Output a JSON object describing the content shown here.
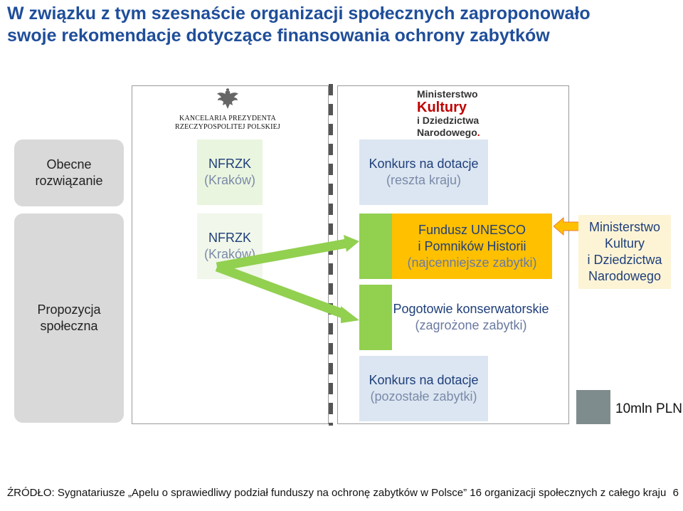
{
  "title": {
    "line1": "W związku z tym szesnaście organizacji społecznych zaproponowało",
    "line2": "swoje rekomendacje dotyczące finansowania ochrony zabytków"
  },
  "logos": {
    "kpp": {
      "line1": "KANCELARIA PREZYDENTA",
      "line2": "RZECZYPOSPOLITEJ POLSKIEJ"
    },
    "ministry": {
      "line1": "Ministerstwo",
      "line2": "Kultury",
      "line3": "i Dziedzictwa",
      "line4": "Narodowego",
      "dot": "."
    }
  },
  "rows": {
    "current": {
      "line1": "Obecne",
      "line2": "rozwiązanie"
    },
    "proposal": {
      "line1": "Propozycja",
      "line2": "społeczna"
    }
  },
  "current_boxes": {
    "nfrzk": {
      "line1": "NFRZK",
      "line2": "(Kraków)"
    },
    "konkurs": {
      "line1": "Konkurs na dotacje",
      "line2": "(reszta kraju)"
    }
  },
  "proposal_boxes": {
    "nfrzk": {
      "line1": "NFRZK",
      "line2": "(Kraków)"
    },
    "unesco": {
      "line1": "Fundusz UNESCO",
      "line2": "i Pomników Historii",
      "line3": "(najcenniejsze zabytki)"
    },
    "ministry": {
      "line1": "Ministerstwo",
      "line2": "Kultury",
      "line3": "i Dziedzictwa",
      "line4": "Narodowego"
    },
    "pogotowie": {
      "line1": "Pogotowie konserwatorskie",
      "line2": "(zagrożone zabytki)"
    },
    "konkurs": {
      "line1": "Konkurs na dotacje",
      "line2": "(pozostałe zabytki)"
    }
  },
  "legend": {
    "label": "10mln PLN"
  },
  "footer": {
    "text": "ŹRÓDŁO: Sygnatariusze „Apelu o sprawiedliwy podział funduszy na ochronę zabytków w Polsce” 16 organizacji społecznych z całego kraju",
    "page": "6"
  },
  "colors": {
    "title": "#1f4e9a",
    "green": "#92d050",
    "blue_box": "#dce6f2",
    "orange": "#ffc000",
    "ministry_box": "#fdf4d6",
    "gray_label": "#d9d9d9",
    "legend_square": "#7f8c8d",
    "ministry_red": "#c00000"
  }
}
